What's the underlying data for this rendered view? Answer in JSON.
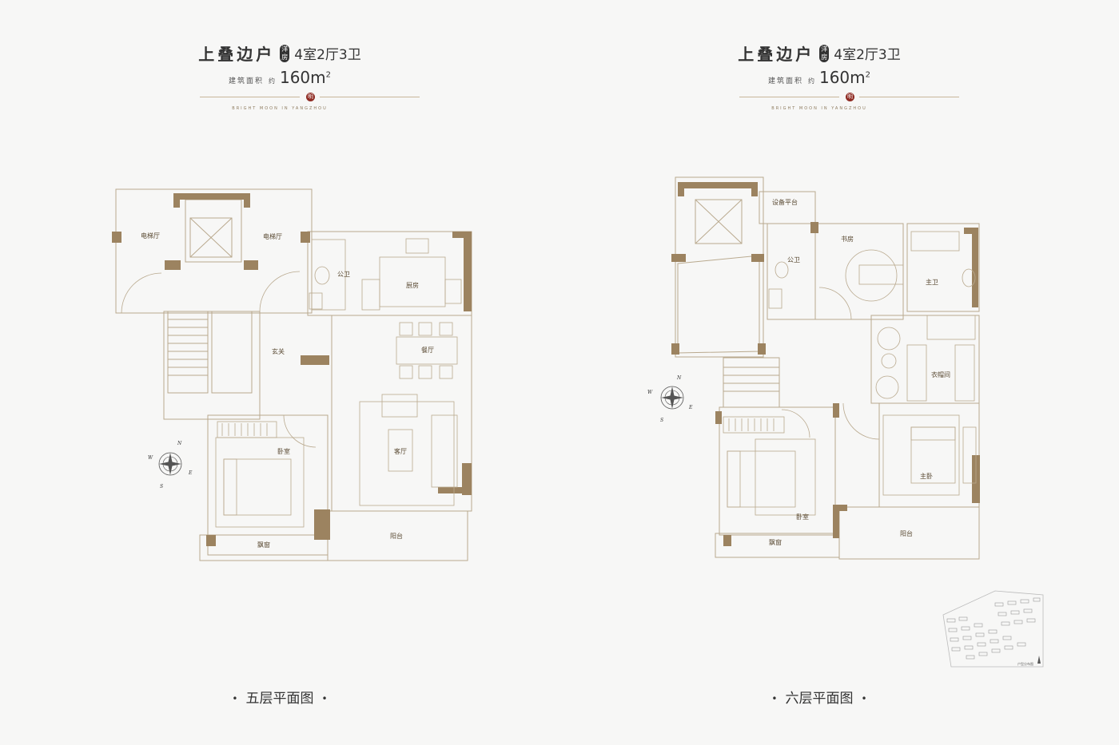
{
  "panels": [
    {
      "title": "上叠边户",
      "seal": "洋房",
      "layout": "4室2厅3卫",
      "area_label": "建筑面积",
      "area_circle": "约",
      "area_value": "160m",
      "area_sup": "2",
      "badge": "明",
      "subtitle": "BRIGHT MOON IN YANGZHOU",
      "floor_title": "五层平面图",
      "rooms": {
        "elevator_hall_1": "电梯厅",
        "elevator_hall_2": "电梯厅",
        "public_bath": "公卫",
        "kitchen": "厨房",
        "dining": "餐厅",
        "foyer": "玄关",
        "living": "客厅",
        "bedroom": "卧室",
        "bay_window": "飘窗",
        "balcony": "阳台"
      },
      "compass": {
        "n": "N",
        "e": "E",
        "s": "S",
        "w": "W"
      }
    },
    {
      "title": "上叠边户",
      "seal": "洋房",
      "layout": "4室2厅3卫",
      "area_label": "建筑面积",
      "area_circle": "约",
      "area_value": "160m",
      "area_sup": "2",
      "badge": "明",
      "subtitle": "BRIGHT MOON IN YANGZHOU",
      "floor_title": "六层平面图",
      "rooms": {
        "equipment_platform": "设备平台",
        "study": "书房",
        "public_bath": "公卫",
        "master_bath": "主卫",
        "closet": "衣帽间",
        "master_bedroom": "主卧",
        "bedroom": "卧室",
        "bay_window": "飘窗",
        "balcony": "阳台"
      },
      "compass": {
        "n": "N",
        "e": "E",
        "s": "S",
        "w": "W"
      }
    }
  ],
  "keyplan_label": "户型分布图",
  "colors": {
    "wall": "#9c8360",
    "line": "#b9a98e",
    "badge": "#8e2a22",
    "background": "#f7f7f6"
  }
}
